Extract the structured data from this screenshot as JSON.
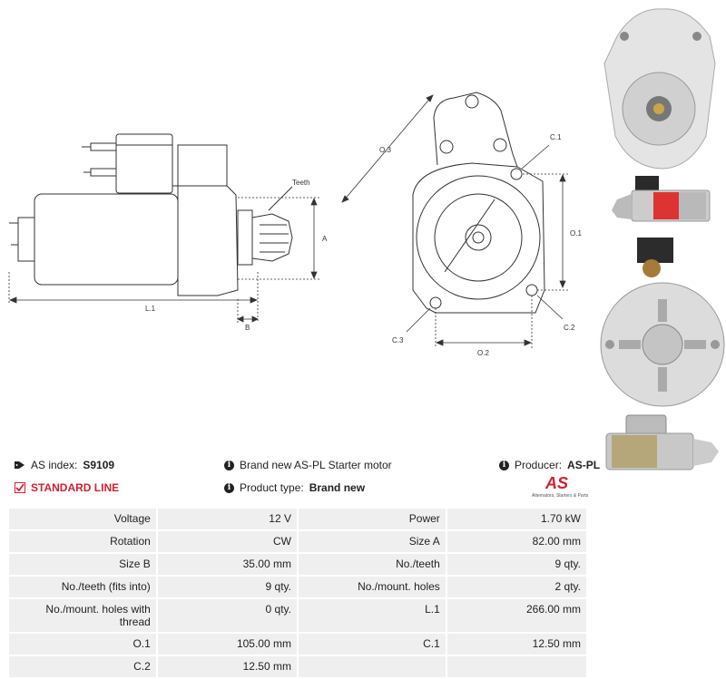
{
  "drawing": {
    "labels": {
      "teeth": "Teeth",
      "a": "A",
      "b": "B",
      "l1": "L.1",
      "o3": "O.3",
      "c1": "C.1",
      "o1": "O.1",
      "c2": "C.2",
      "c3": "C.3",
      "o2": "O.2"
    }
  },
  "info": {
    "as_index_label": "AS index:",
    "as_index_value": "S9109",
    "standard_line": "STANDARD LINE",
    "description": "Brand new AS-PL Starter motor",
    "product_type_label": "Product type:",
    "product_type_value": "Brand new",
    "producer_label": "Producer:",
    "producer_value": "AS-PL"
  },
  "logo": {
    "mark": "AS",
    "tagline": "Alternators, Starters & Parts"
  },
  "specs": [
    {
      "l1": "Voltage",
      "v1": "12 V",
      "l2": "Power",
      "v2": "1.70 kW"
    },
    {
      "l1": "Rotation",
      "v1": "CW",
      "l2": "Size A",
      "v2": "82.00 mm"
    },
    {
      "l1": "Size B",
      "v1": "35.00 mm",
      "l2": "No./teeth",
      "v2": "9 qty."
    },
    {
      "l1": "No./teeth (fits into)",
      "v1": "9 qty.",
      "l2": "No./mount. holes",
      "v2": "2 qty."
    },
    {
      "l1": "No./mount. holes with thread",
      "v1": "0 qty.",
      "l2": "L.1",
      "v2": "266.00 mm"
    },
    {
      "l1": "O.1",
      "v1": "105.00 mm",
      "l2": "C.1",
      "v2": "12.50 mm"
    },
    {
      "l1": "C.2",
      "v1": "12.50 mm",
      "l2": "",
      "v2": ""
    }
  ],
  "colors": {
    "accent": "#d2202f",
    "line": "#333333"
  }
}
